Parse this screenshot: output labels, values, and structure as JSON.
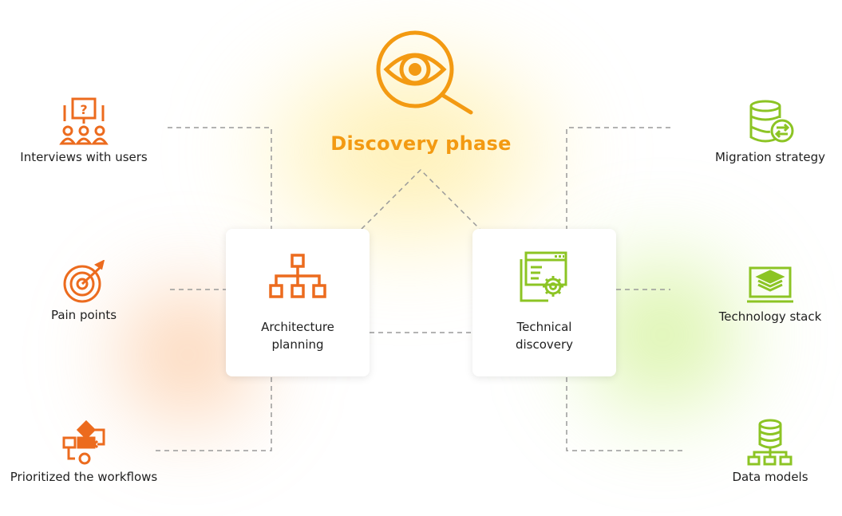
{
  "title": "Discovery phase",
  "colors": {
    "orange": "#f39a12",
    "dark_orange": "#ec6b1e",
    "green": "#8cc424"
  },
  "center": {
    "left_card": {
      "line1": "Architecture",
      "line2": "planning",
      "icon": "hierarchy-icon"
    },
    "right_card": {
      "line1": "Technical",
      "line2": "discovery",
      "icon": "window-gear-icon"
    }
  },
  "left_items": [
    {
      "label": "Interviews with users",
      "icon": "interview-icon"
    },
    {
      "label": "Pain points",
      "icon": "target-icon"
    },
    {
      "label": "Prioritized the workflows",
      "icon": "workflow-icon"
    }
  ],
  "right_items": [
    {
      "label": "Migration strategy",
      "icon": "database-migration-icon"
    },
    {
      "label": "Technology stack",
      "icon": "stack-laptop-icon"
    },
    {
      "label": "Data models",
      "icon": "data-model-icon"
    }
  ]
}
